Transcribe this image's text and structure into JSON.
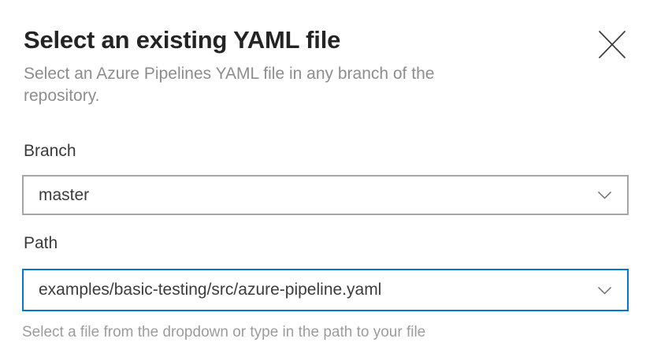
{
  "dialog": {
    "title": "Select an existing YAML file",
    "subtitle": "Select an Azure Pipelines YAML file in any branch of the repository.",
    "branch": {
      "label": "Branch",
      "value": "master"
    },
    "path": {
      "label": "Path",
      "value": "examples/basic-testing/src/azure-pipeline.yaml",
      "hint": "Select a file from the dropdown or type in the path to your file"
    },
    "icons": {
      "close": "close-icon",
      "chevron": "chevron-down-icon"
    },
    "colors": {
      "accent": "#0078d4",
      "input_border": "#a6a6a6",
      "title_text": "#242424",
      "muted_text": "#8d8d8d",
      "hint_text": "#9c9c9c"
    }
  }
}
